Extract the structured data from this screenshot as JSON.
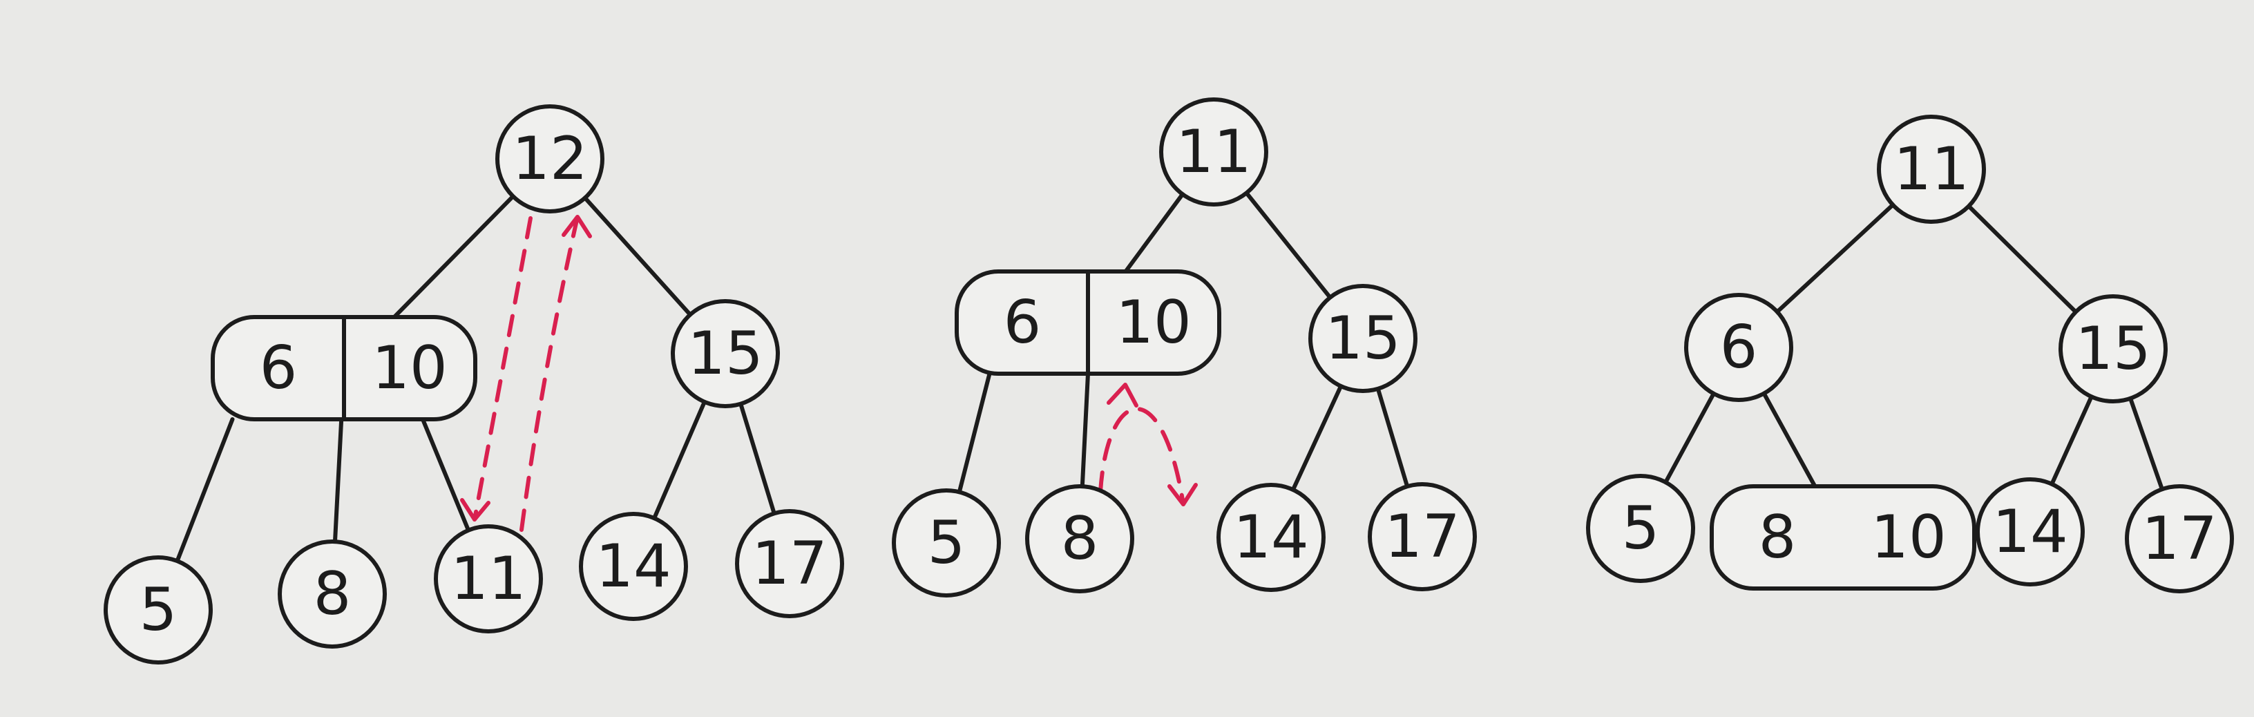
{
  "diagrams": [
    {
      "nodes": [
        {
          "id": "a_root",
          "keys": [
            "12"
          ]
        },
        {
          "id": "a_left",
          "keys": [
            "6",
            "10"
          ]
        },
        {
          "id": "a_right",
          "keys": [
            "15"
          ]
        },
        {
          "id": "a_l1",
          "keys": [
            "5"
          ]
        },
        {
          "id": "a_l2",
          "keys": [
            "8"
          ]
        },
        {
          "id": "a_l3",
          "keys": [
            "11"
          ]
        },
        {
          "id": "a_r1",
          "keys": [
            "14"
          ]
        },
        {
          "id": "a_r2",
          "keys": [
            "17"
          ]
        }
      ],
      "edges": [
        [
          "a_root",
          "a_left"
        ],
        [
          "a_root",
          "a_right"
        ],
        [
          "a_left",
          "a_l1"
        ],
        [
          "a_left",
          "a_l2"
        ],
        [
          "a_left",
          "a_l3"
        ],
        [
          "a_right",
          "a_r1"
        ],
        [
          "a_right",
          "a_r2"
        ]
      ],
      "swap": [
        "a_root",
        "a_l3"
      ]
    },
    {
      "nodes": [
        {
          "id": "b_root",
          "keys": [
            "11"
          ]
        },
        {
          "id": "b_left",
          "keys": [
            "6",
            "10"
          ]
        },
        {
          "id": "b_right",
          "keys": [
            "15"
          ]
        },
        {
          "id": "b_l1",
          "keys": [
            "5"
          ]
        },
        {
          "id": "b_l2",
          "keys": [
            "8"
          ]
        },
        {
          "id": "b_r1",
          "keys": [
            "14"
          ]
        },
        {
          "id": "b_r2",
          "keys": [
            "17"
          ]
        }
      ],
      "edges": [
        [
          "b_root",
          "b_left"
        ],
        [
          "b_root",
          "b_right"
        ],
        [
          "b_left",
          "b_l1"
        ],
        [
          "b_left",
          "b_l2"
        ],
        [
          "b_right",
          "b_r1"
        ],
        [
          "b_right",
          "b_r2"
        ]
      ],
      "swap": [
        "b_left",
        "b_l2"
      ]
    },
    {
      "nodes": [
        {
          "id": "c_root",
          "keys": [
            "11"
          ]
        },
        {
          "id": "c_left",
          "keys": [
            "6"
          ]
        },
        {
          "id": "c_right",
          "keys": [
            "15"
          ]
        },
        {
          "id": "c_l1",
          "keys": [
            "5"
          ]
        },
        {
          "id": "c_l2",
          "keys": [
            "8",
            "10"
          ]
        },
        {
          "id": "c_r1",
          "keys": [
            "14"
          ]
        },
        {
          "id": "c_r2",
          "keys": [
            "17"
          ]
        }
      ],
      "edges": [
        [
          "c_root",
          "c_left"
        ],
        [
          "c_root",
          "c_right"
        ],
        [
          "c_left",
          "c_l1"
        ],
        [
          "c_left",
          "c_l2"
        ],
        [
          "c_right",
          "c_r1"
        ],
        [
          "c_right",
          "c_r2"
        ]
      ],
      "swap": null
    }
  ],
  "colors": {
    "ink": "#1c1c1c",
    "swap_arrow": "#d9204f",
    "paper": "#e9e9e7"
  }
}
